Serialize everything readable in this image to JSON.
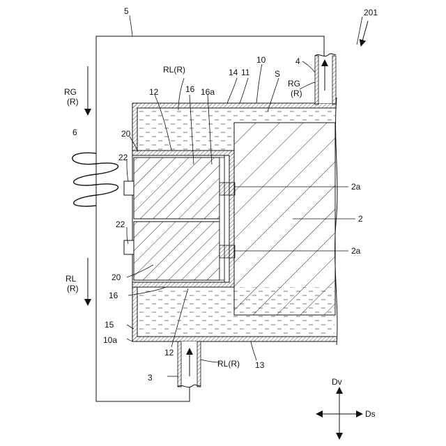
{
  "figure": {
    "ref_201": "201",
    "pipe_5": "5",
    "pipe_4": "4",
    "pipe_3": "3",
    "coil_6": "6",
    "rg_r_left_1": "RG",
    "rg_r_left_2": "(R)",
    "rg_r_right_1": "RG",
    "rg_r_right_2": "(R)",
    "rl_r_left_1": "RL",
    "rl_r_left_2": "(R)",
    "rl_r_top": "RL(R)",
    "rl_r_bottom": "RL(R)",
    "ref_14": "14",
    "ref_11": "11",
    "ref_10": "10",
    "ref_S": "S",
    "ref_12_top": "12",
    "ref_16_top": "16",
    "ref_16a": "16a",
    "ref_20_top": "20",
    "ref_22_top": "22",
    "ref_22_bottom": "22",
    "ref_20_bottom": "20",
    "ref_16_bottom": "16",
    "ref_15": "15",
    "ref_10a": "10a",
    "ref_12_bottom": "12",
    "ref_13": "13",
    "ref_2a_top": "2a",
    "ref_2": "2",
    "ref_2a_bottom": "2a",
    "dir_dv": "Dv",
    "dir_ds": "Ds"
  }
}
